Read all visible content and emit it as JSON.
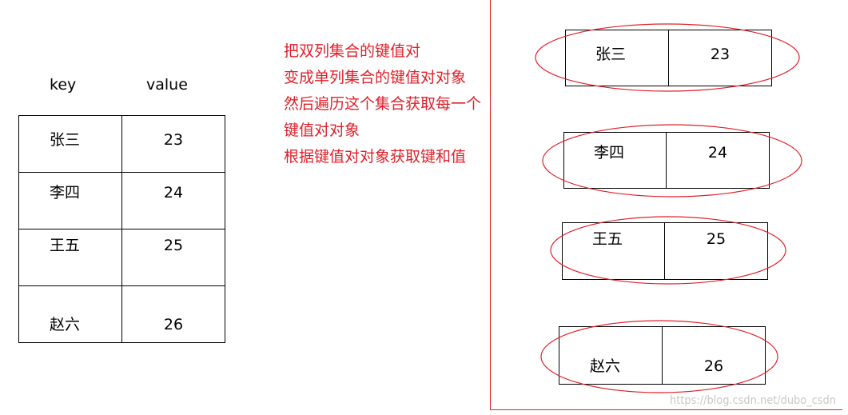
{
  "table": {
    "headers": {
      "key": "key",
      "value": "value"
    },
    "rows": [
      {
        "key": "张三",
        "value": "23"
      },
      {
        "key": "李四",
        "value": "24"
      },
      {
        "key": "王五",
        "value": "25"
      },
      {
        "key": "赵六",
        "value": "26"
      }
    ]
  },
  "notes": [
    "把双列集合的键值对",
    "变成单列集合的键值对对象",
    "然后遍历这个集合获取每一个",
    "键值对对象",
    "根据键值对对象获取键和值"
  ],
  "entries": [
    {
      "key": "张三",
      "value": "23"
    },
    {
      "key": "李四",
      "value": "24"
    },
    {
      "key": "王五",
      "value": "25"
    },
    {
      "key": "赵六",
      "value": "26"
    }
  ],
  "watermark": "https://blog.csdn.net/dubo_csdn",
  "colors": {
    "annotation_red": "#e0202a",
    "line": "#000000",
    "watermark": "#c8c8c8",
    "background": "#ffffff"
  }
}
